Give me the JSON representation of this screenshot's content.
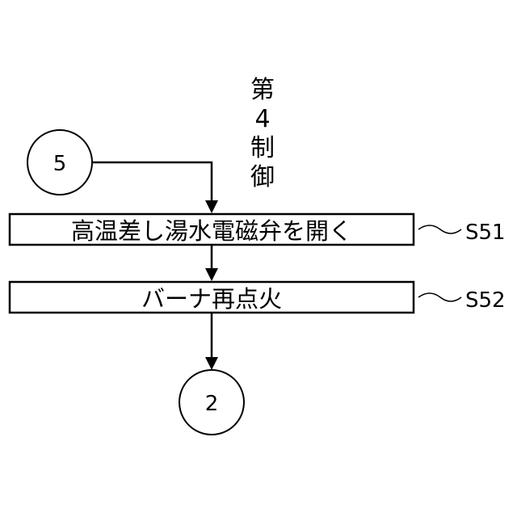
{
  "title_chars": [
    "第",
    "4",
    "制",
    "御"
  ],
  "connectors": {
    "start": "5",
    "end": "2"
  },
  "steps": [
    {
      "label": "高温差し湯水電磁弁を開く",
      "id": "S51"
    },
    {
      "label": "バーナ再点火",
      "id": "S52"
    }
  ],
  "colors": {
    "stroke": "#000000",
    "fill": "#ffffff"
  }
}
